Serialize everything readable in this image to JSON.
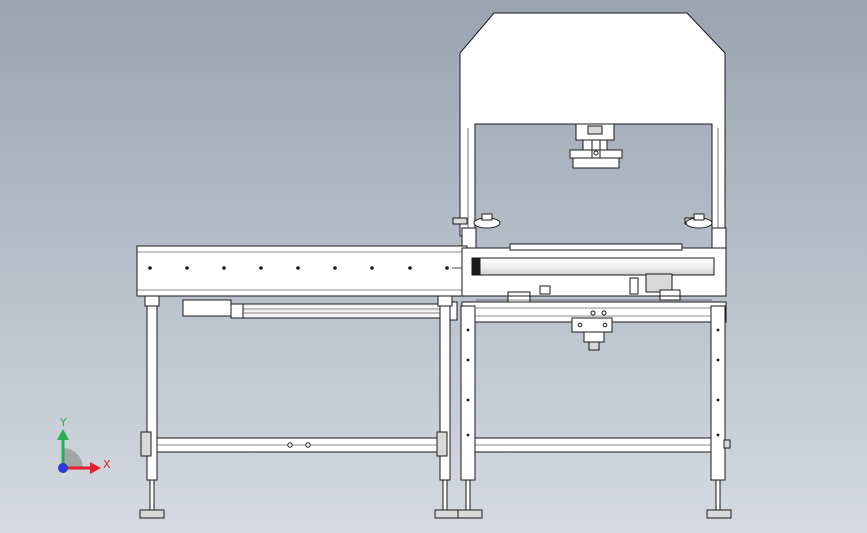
{
  "viewport": {
    "background_top": "#9ba3b0",
    "background_bottom": "#d6dae0",
    "line_color": "#1a1a1a",
    "part_fill": "#ffffff",
    "detail_fill": "#d9d9d9"
  },
  "triad": {
    "x_label": "X",
    "y_label": "Y",
    "x_color": "#e0202a",
    "y_color": "#22b14c",
    "z_color": "#2a3bd8"
  },
  "model": {
    "view": "front",
    "icons": [
      "coordinate-triad-icon"
    ]
  }
}
